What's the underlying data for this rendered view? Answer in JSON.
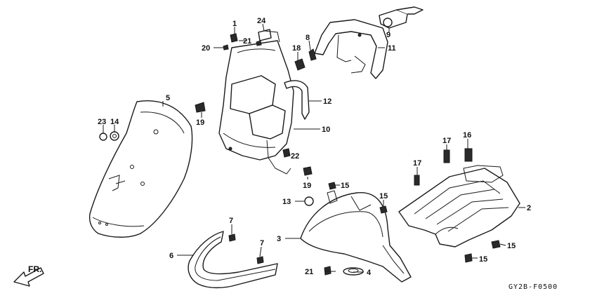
{
  "diagram": {
    "drawing_code": "GY2B-F0500",
    "direction_label": "FR.",
    "callouts": [
      {
        "id": "c1",
        "label": "1"
      },
      {
        "id": "c2",
        "label": "2"
      },
      {
        "id": "c3",
        "label": "3"
      },
      {
        "id": "c4",
        "label": "4"
      },
      {
        "id": "c5",
        "label": "5"
      },
      {
        "id": "c6",
        "label": "6"
      },
      {
        "id": "c7a",
        "label": "7"
      },
      {
        "id": "c7b",
        "label": "7"
      },
      {
        "id": "c8",
        "label": "8"
      },
      {
        "id": "c9",
        "label": "9"
      },
      {
        "id": "c10",
        "label": "10"
      },
      {
        "id": "c11",
        "label": "11"
      },
      {
        "id": "c12",
        "label": "12"
      },
      {
        "id": "c13",
        "label": "13"
      },
      {
        "id": "c14",
        "label": "14"
      },
      {
        "id": "c15a",
        "label": "15"
      },
      {
        "id": "c15b",
        "label": "15"
      },
      {
        "id": "c15c",
        "label": "15"
      },
      {
        "id": "c15d",
        "label": "15"
      },
      {
        "id": "c16",
        "label": "16"
      },
      {
        "id": "c17a",
        "label": "17"
      },
      {
        "id": "c17b",
        "label": "17"
      },
      {
        "id": "c18",
        "label": "18"
      },
      {
        "id": "c19a",
        "label": "19"
      },
      {
        "id": "c19b",
        "label": "19"
      },
      {
        "id": "c20",
        "label": "20"
      },
      {
        "id": "c21a",
        "label": "21"
      },
      {
        "id": "c21b",
        "label": "21"
      },
      {
        "id": "c22",
        "label": "22"
      },
      {
        "id": "c23",
        "label": "23"
      },
      {
        "id": "c24",
        "label": "24"
      }
    ]
  }
}
